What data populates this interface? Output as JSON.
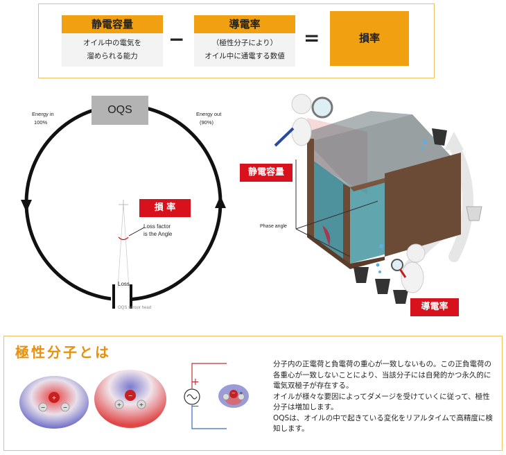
{
  "formula": {
    "capacitance": {
      "title": "静電容量",
      "line1": "オイル中の電気を",
      "line2": "溜められる能力"
    },
    "minus": "−",
    "conductivity": {
      "title": "導電率",
      "line1": "（極性分子により）",
      "line2": "オイル中に通電する数値"
    },
    "equals": "=",
    "result": "損率"
  },
  "circle": {
    "oqs_label": "OQS",
    "energy_in": "Energy in",
    "energy_in_pct": "100%",
    "energy_out": "Energy out",
    "energy_out_pct": "(90%)",
    "loss_tag": "損 率",
    "loss_factor_line1": "Loss factor",
    "loss_factor_line2": "is the Angle",
    "loss": "Loss",
    "sensor_head": "OQS sensor head"
  },
  "tank": {
    "capacitance_tag": "静電容量",
    "conductivity_tag": "導電率",
    "phase_angle": "Phase angle"
  },
  "polar": {
    "title": "極性分子とは",
    "paragraphs": [
      "分子内の正電荷と負電荷の重心が一致しないもの。この正負電荷の各重心が一致しないことにより、当該分子には自発的かつ永久的に電気双極子が存在する。",
      "オイルが様々な要因によってダメージを受けていくに従って、極性分子は増加します。",
      "OQSは、オイルの中で起きている変化をリアルタイムで高精度に検知します。"
    ],
    "circuit_plus": "+",
    "circuit_minus": "−",
    "mol_minus": "−",
    "mol_plus": "+"
  },
  "colors": {
    "orange": "#f0a010",
    "red": "#d8121d",
    "title_orange": "#e8900a",
    "tank_wood": "#6b4a36",
    "oil": "#2f7f8c"
  }
}
